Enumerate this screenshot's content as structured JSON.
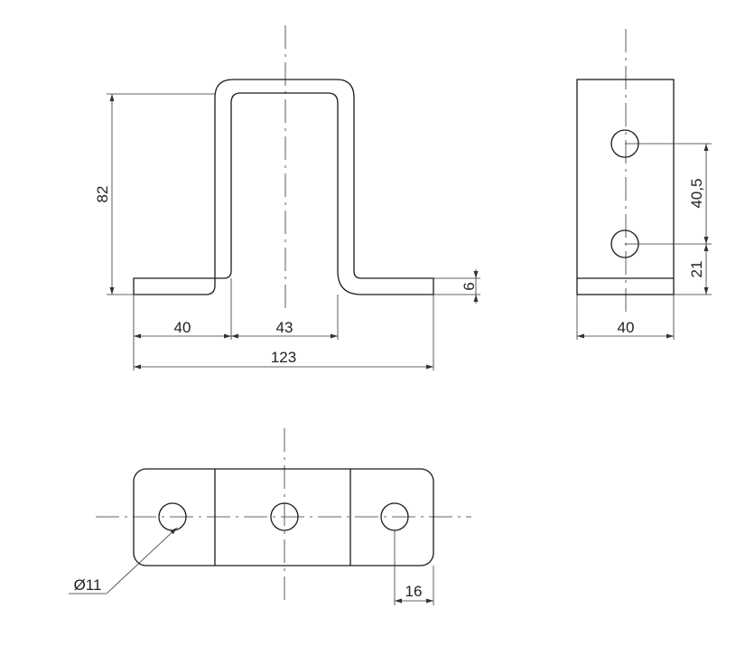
{
  "front_view": {
    "dim_height": "82",
    "dim_thickness": "6",
    "dim_left_flange": "40",
    "dim_inner_width": "43",
    "dim_total_width": "123"
  },
  "side_view": {
    "dim_hole_spacing": "40,5",
    "dim_hole_height": "21",
    "dim_width": "40"
  },
  "top_view": {
    "dim_hole_diameter": "Ø11",
    "dim_hole_edge": "16"
  }
}
